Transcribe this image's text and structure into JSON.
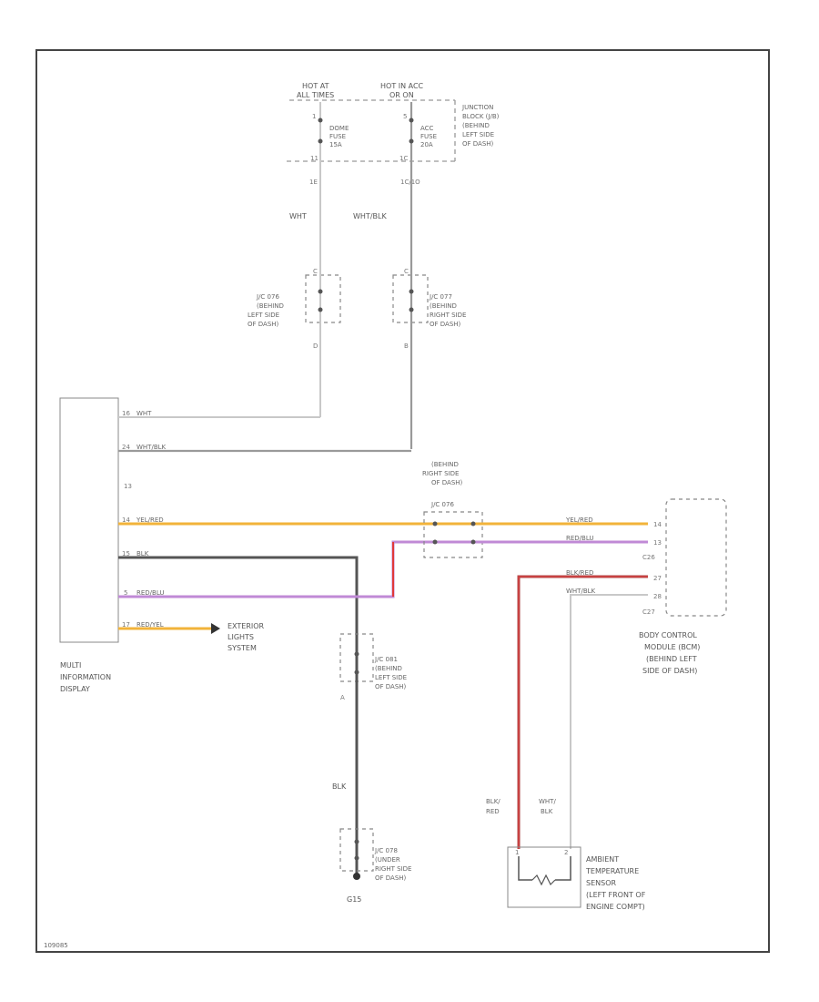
{
  "hot_at_all_times": [
    "HOT AT",
    "ALL TIMES"
  ],
  "hot_in_acc": [
    "HOT IN ACC",
    "OR ON"
  ],
  "dome_fuse": [
    "DOME",
    "FUSE",
    "15A"
  ],
  "acc_fuse": [
    "ACC",
    "FUSE",
    "20A"
  ],
  "junction_block": [
    "JUNCTION",
    "BLOCK (J/B)",
    "(BEHIND",
    "LEFT SIDE",
    "OF DASH)"
  ],
  "pin_dome_in": "1",
  "pin_dome_out": "11",
  "pin_acc_in": "5",
  "pin_acc_out": "1C",
  "conn_dome": "1E",
  "conn_acc": "1C/1O",
  "wire_wht": "WHT",
  "wire_wht_blk": "WHT/BLK",
  "jc_left": [
    "J/C 076",
    "(BEHIND",
    "LEFT SIDE",
    "OF DASH)"
  ],
  "jc_right": [
    "J/C 077",
    "(BEHIND",
    "RIGHT SIDE",
    "OF DASH)"
  ],
  "jc_left_bottom": "D",
  "jc_right_bottom": "B",
  "jc_left_top": "C",
  "jc_right_top": "C",
  "mid": {
    "pin_16": "16",
    "wire_16": "WHT",
    "pin_24": "24",
    "wire_24": "WHT/BLK",
    "pin_13": "13",
    "pin_14": "14",
    "wire_14": "YEL/RED",
    "pin_15": "15",
    "wire_15": "BLK",
    "pin_5": "5",
    "wire_5": "RED/BLU",
    "pin_17": "17",
    "wire_17": "RED/YEL"
  },
  "mid_label": [
    "MULTI",
    "INFORMATION",
    "DISPLAY"
  ],
  "exterior": [
    "EXTERIOR",
    "LIGHTS",
    "SYSTEM"
  ],
  "behind_conn": [
    "(BEHIND",
    "RIGHT SIDE",
    "OF DASH)"
  ],
  "conn_id": "J/C 076",
  "bcm": {
    "wire_14": "YEL/RED",
    "pin_14": "14",
    "wire_red_blu": "RED/BLU",
    "pin_13": "13",
    "pin_c26": "C26",
    "wire_blk_red": "BLK/RED",
    "pin_a": "27",
    "wire_wht_blk": "WHT/BLK",
    "pin_b": "28",
    "pin_c27": "C27"
  },
  "bcm_label": [
    "BODY CONTROL",
    "MODULE (BCM)",
    "(BEHIND LEFT",
    "SIDE OF DASH)"
  ],
  "jc_ground": [
    "J/C 081",
    "(BEHIND",
    "LEFT SIDE",
    "OF DASH)"
  ],
  "jc_ground_letter": "A",
  "wire_blk": "BLK",
  "jc_under": [
    "J/C 078",
    "(UNDER",
    "RIGHT SIDE",
    "OF DASH)"
  ],
  "ground_label": "G15",
  "sensor_wire_left": [
    "BLK/",
    "RED"
  ],
  "sensor_wire_right": [
    "WHT/",
    "BLK"
  ],
  "sensor_pin_1": "1",
  "sensor_pin_2": "2",
  "sensor_label": [
    "AMBIENT",
    "TEMPERATURE",
    "SENSOR",
    "(LEFT FRONT OF",
    "ENGINE COMPT)"
  ],
  "corner_code": "109085",
  "colors": {
    "yellow_red": "#f2b33a",
    "red_blue": "#c08ad6",
    "red": "#e0393b",
    "blk_red": "#b04a4a"
  }
}
